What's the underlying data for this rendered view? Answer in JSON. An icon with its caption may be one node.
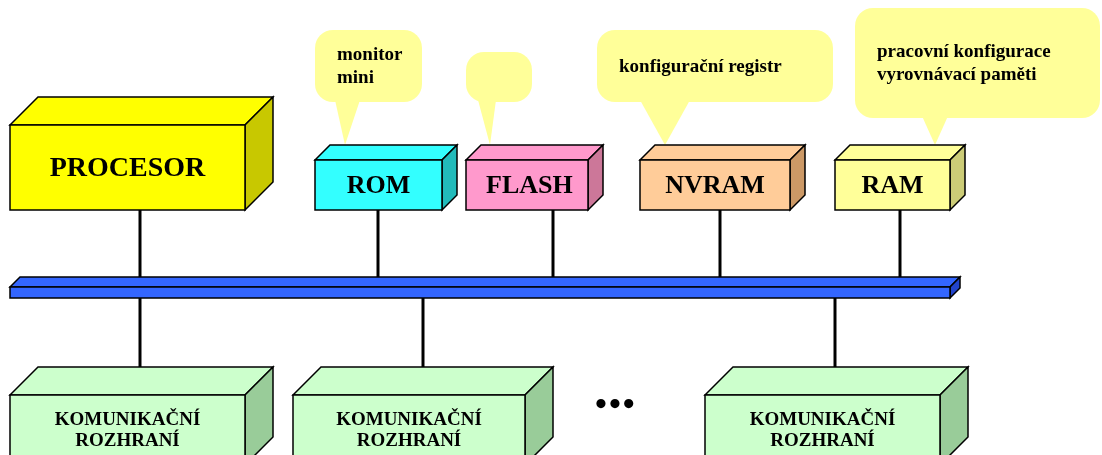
{
  "diagram": {
    "nodes": [
      {
        "text": [
          "PROCESOR"
        ]
      },
      {
        "text": [
          "ROM"
        ]
      },
      {
        "text": [
          "FLASH"
        ]
      },
      {
        "text": [
          "NVRAM"
        ]
      },
      {
        "text": [
          "RAM"
        ]
      },
      {
        "text": [],
        "shape": "bar"
      },
      {
        "text": [
          "KOMUNIKAČNÍ ROZHRANÍ"
        ]
      },
      {
        "text": [
          "KOMUNIKAČNÍ ROZHRANÍ"
        ]
      },
      {
        "text": [
          "KOMUNIKAČNÍ ROZHRANÍ"
        ]
      },
      {
        "text": [
          "monitor",
          "mini"
        ]
      },
      {
        "text": [],
        "shape": "box"
      },
      {
        "text": [
          "konfigurační registr"
        ]
      },
      {
        "text": [
          "pracovní konfigurace",
          "vyrovnávací paměti"
        ]
      }
    ],
    "edges": [
      {
        "from": 0,
        "to": 5,
        "arrow": "none"
      },
      {
        "from": 1,
        "to": 5,
        "arrow": "none"
      },
      {
        "from": 2,
        "to": 5,
        "arrow": "none"
      },
      {
        "from": 3,
        "to": 5,
        "arrow": "none"
      },
      {
        "from": 4,
        "to": 5,
        "arrow": "none"
      },
      {
        "from": 5,
        "to": 6,
        "arrow": "none"
      },
      {
        "from": 5,
        "to": 7,
        "arrow": "none"
      },
      {
        "from": 5,
        "to": 8,
        "arrow": "none"
      },
      {
        "from": 9,
        "to": 1,
        "arrow": "to"
      },
      {
        "from": 10,
        "to": 2,
        "arrow": "to"
      },
      {
        "from": 11,
        "to": 3,
        "arrow": "to"
      },
      {
        "from": 12,
        "to": 4,
        "arrow": "to"
      }
    ],
    "labels": [
      "•••"
    ]
  }
}
